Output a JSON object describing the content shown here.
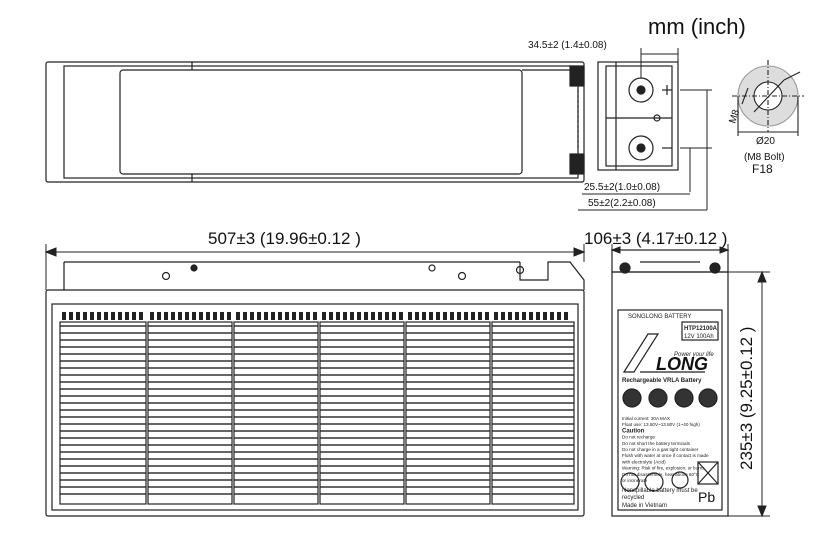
{
  "header": {
    "units": "mm (inch)"
  },
  "dimensions": {
    "length": "507±3 (19.96±0.12 )",
    "width": "106±3 (4.17±0.12 )",
    "height": "235±3 (9.25±0.12 )",
    "terminal_offset": "34.5±2 (1.4±0.08)",
    "terminal_edge": "25.5±2(1.0±0.08)",
    "terminal_spacing": "55±2(2.2±0.08)"
  },
  "terminal": {
    "thread": "M8",
    "diameter": "Ø20",
    "bolt": "(M8 Bolt)",
    "code": "F18"
  },
  "label": {
    "maker": "SONGLONG BATTERY",
    "model": "HTP12100A",
    "rating": "12V 100Ah",
    "brand": "LONG",
    "tagline": "Power your life",
    "type": "Rechargeable VRLA Battery",
    "lines": [
      "Initial current: 30A MAX",
      "Float use: 13.50V~13.80V (1~40 high)",
      "Caution",
      "Do not recharge",
      "Do not short the battery terminals",
      "Do not charge in a gas tight container",
      "Flush with water at once if contact is made",
      "with electrolyte (Acid)",
      "Warning: Risk of fire, explosion, or burns.",
      "Do not disassemble, heat above 60°C",
      "or incinerate"
    ],
    "footer1": "Nonspillable battery must be",
    "footer2": "recycled",
    "origin": "Made in Vietnam",
    "pb": "Pb"
  }
}
